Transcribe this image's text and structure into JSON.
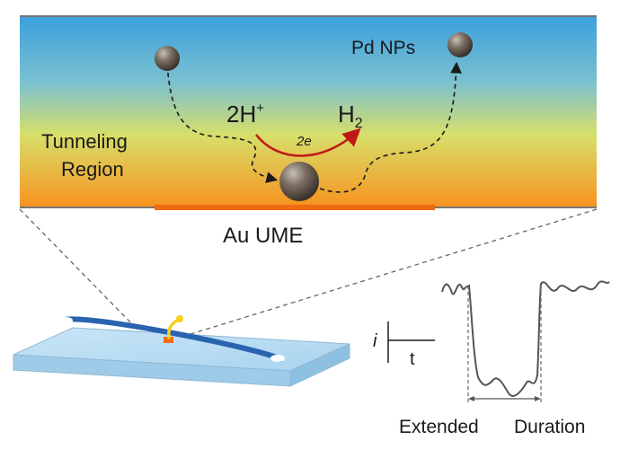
{
  "labels": {
    "pd_nps": "Pd NPs",
    "proton": "2H",
    "proton_sup": "+",
    "hydrogen": "H",
    "hydrogen_sub": "2",
    "electrons": "2e",
    "tunneling_line1": "Tunneling",
    "tunneling_line2": "Region",
    "electrode": "Au UME",
    "axis_i": "i",
    "axis_t": "t",
    "duration_word1": "Extended",
    "duration_word2": "Duration"
  },
  "colors": {
    "gradient_top": "#3aa0dd",
    "gradient_mid": "#d7df6a",
    "gradient_bottom": "#f7921e",
    "electrode": "#f06a12",
    "arrow_red": "#c01818",
    "chip": "#b9dcf2",
    "channel": "#2a63b0",
    "wire": "#f4d11a"
  },
  "icons": [
    "pd-nanoparticle-icon",
    "reaction-arrow-icon",
    "microfluidic-chip-icon"
  ]
}
